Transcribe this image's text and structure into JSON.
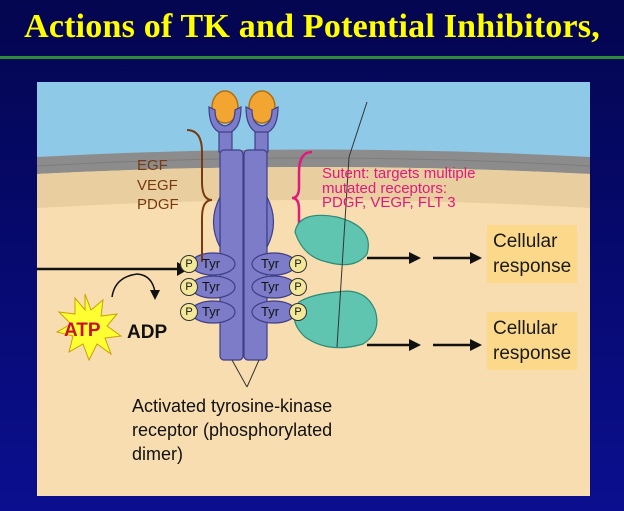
{
  "title": "Actions of TK and Potential Inhibitors,",
  "ligands": [
    "EGF",
    "VEGF",
    "PDGF"
  ],
  "sutent_note": [
    "Sutent: targets multiple",
    "mutated receptors:",
    "PDGF, VEGF, FLT 3"
  ],
  "tyr_label": "Tyr",
  "phospho_label": "P",
  "cellular_response": [
    "Cellular",
    "response"
  ],
  "atp_label": "ATP",
  "adp_label": "ADP",
  "receptor_caption": [
    "Activated tyrosine-kinase",
    "receptor (phosphorylated",
    "dimer)"
  ],
  "colors": {
    "background": "#06096b",
    "title": "#ffff00",
    "title_rule": "#2e8b3a",
    "extracellular": "#8fc9e8",
    "membrane": "#8a8a8a",
    "cytoplasm": "#f8ddb0",
    "receptor": "#7c7cc8",
    "ligand_ball": "#f2a531",
    "kinase_protein": "#5fc4b0",
    "response_box": "#fcd98a",
    "ligand_text": "#7a3a10",
    "sutent_text": "#e0197d",
    "atp_star": "#ffff33"
  }
}
